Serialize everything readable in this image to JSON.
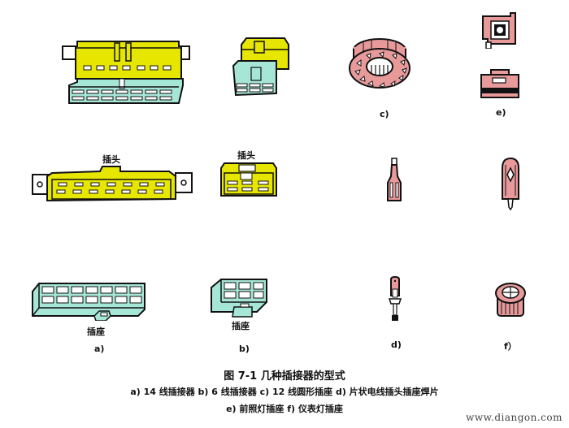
{
  "figure": {
    "number": "图 7-1",
    "title": "几种插接器的型式",
    "caption_line1": "a) 14 线插接器   b) 6 线插接器   c) 12 线圆形插座   d) 片状电线插头插座焊片",
    "caption_line2": "e) 前照灯插座   f) 仪表灯插座",
    "full_title": "图 7-1   几种插接器的型式"
  },
  "panels": [
    {
      "id": "a",
      "label": "a)",
      "name": "14线插接器",
      "plug_label": "插头",
      "socket_label": "插座"
    },
    {
      "id": "b",
      "label": "b)",
      "name": "6线插接器",
      "plug_label": "插头",
      "socket_label": "插座"
    },
    {
      "id": "c",
      "label": "c)",
      "name": "12线圆形插座"
    },
    {
      "id": "d",
      "label": "d)",
      "name": "片状电线插头插座焊片"
    },
    {
      "id": "e",
      "label": "e)",
      "name": "前照灯插座"
    },
    {
      "id": "f",
      "label": "f）",
      "name": "仪表灯插座"
    }
  ],
  "colors": {
    "yellow": "#e6e600",
    "teal": "#a6e6d6",
    "pink": "#e8999a",
    "outline": "#111111"
  },
  "watermark": "www.diangon.com"
}
